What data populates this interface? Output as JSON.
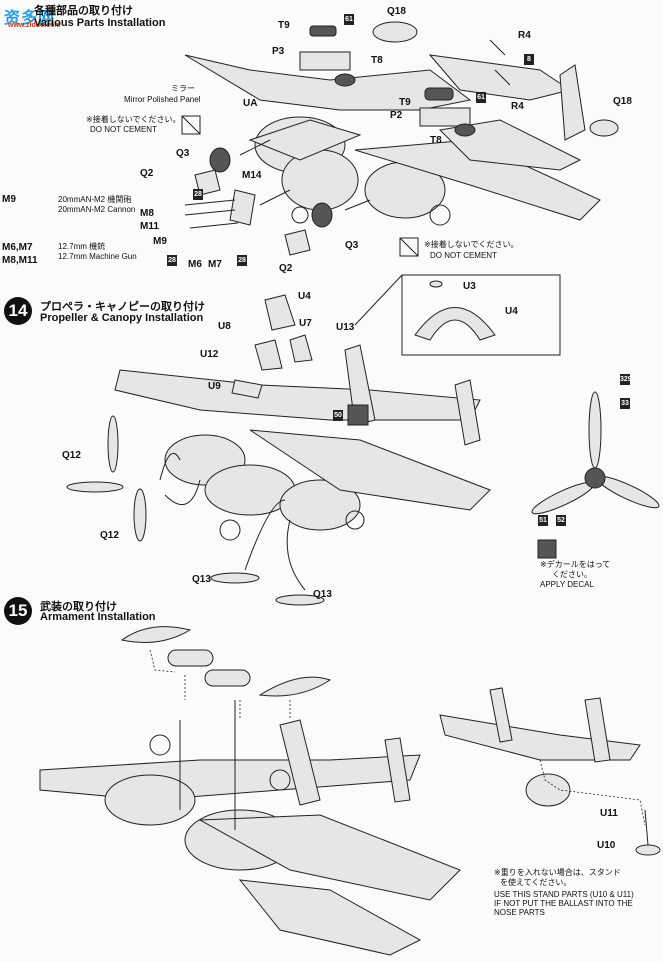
{
  "watermark": {
    "text": "资多网",
    "url": "www.ziduo.com"
  },
  "step13": {
    "title_jp": "各種部品の取り付け",
    "title_en": "Various Parts Installation"
  },
  "step14": {
    "number": "14",
    "title_jp": "プロペラ・キャノピーの取り付け",
    "title_en": "Propeller & Canopy Installation"
  },
  "step15": {
    "number": "15",
    "title_jp": "武装の取り付け",
    "title_en": "Armament Installation"
  },
  "parts": {
    "T9a": "T9",
    "P3": "P3",
    "T8a": "T8",
    "Q18a": "Q18",
    "R4a": "R4",
    "R4b": "R4",
    "T9b": "T9",
    "P2": "P2",
    "T8b": "T8",
    "Q18b": "Q18",
    "UA": "UA",
    "Q3a": "Q3",
    "Q2a": "Q2",
    "M14": "M14",
    "M8": "M8",
    "M11": "M11",
    "M9": "M9",
    "M6": "M6",
    "M7": "M7",
    "Q2b": "Q2",
    "Q3b": "Q3",
    "U4a": "U4",
    "U3": "U3",
    "U4b": "U4",
    "U8": "U8",
    "U7": "U7",
    "U13": "U13",
    "U12": "U12",
    "U9": "U9",
    "Q12a": "Q12",
    "Q12b": "Q12",
    "Q13a": "Q13",
    "Q13b": "Q13",
    "U11": "U11",
    "U10": "U10"
  },
  "decal_numbers": {
    "d61a": "61",
    "d8": "8",
    "d61b": "61",
    "d28a": "28",
    "d28b": "28",
    "d28c": "28",
    "d50": "50",
    "d329": "329",
    "d33": "33",
    "d51": "51",
    "d52": "52"
  },
  "notes": {
    "mirror_jp": "ミラー",
    "mirror_en": "Mirror Polished Panel",
    "no_cement_jp_1": "※接着しないでください。",
    "no_cement_en_1": "DO NOT CEMENT",
    "no_cement_jp_2": "※接着しないでください。",
    "no_cement_en_2": "DO NOT CEMENT",
    "m9_key": "M9",
    "m9_jp": "20mmAN-M2 機関砲",
    "m9_en": "20mmAN-M2 Cannon",
    "m6m7_key": "M6,M7",
    "m8m11_key": "M8,M11",
    "mg_jp": "12.7mm 機銃",
    "mg_en": "12.7mm Machine Gun",
    "decal_jp_1": "※デカールをはって",
    "decal_jp_2": "ください。",
    "decal_en": "APPLY DECAL",
    "stand_jp_1": "※重りを入れない場合は、スタンド",
    "stand_jp_2": "を使えてください。",
    "stand_en_1": "USE THIS STAND PARTS (U10 & U11)",
    "stand_en_2": "IF NOT PUT THE BALLAST INTO THE",
    "stand_en_3": "NOSE PARTS"
  },
  "colors": {
    "ink": "#111111",
    "paper": "#fbfbf9",
    "watermark_blue": "#2a9de0",
    "watermark_red": "#d03020"
  }
}
